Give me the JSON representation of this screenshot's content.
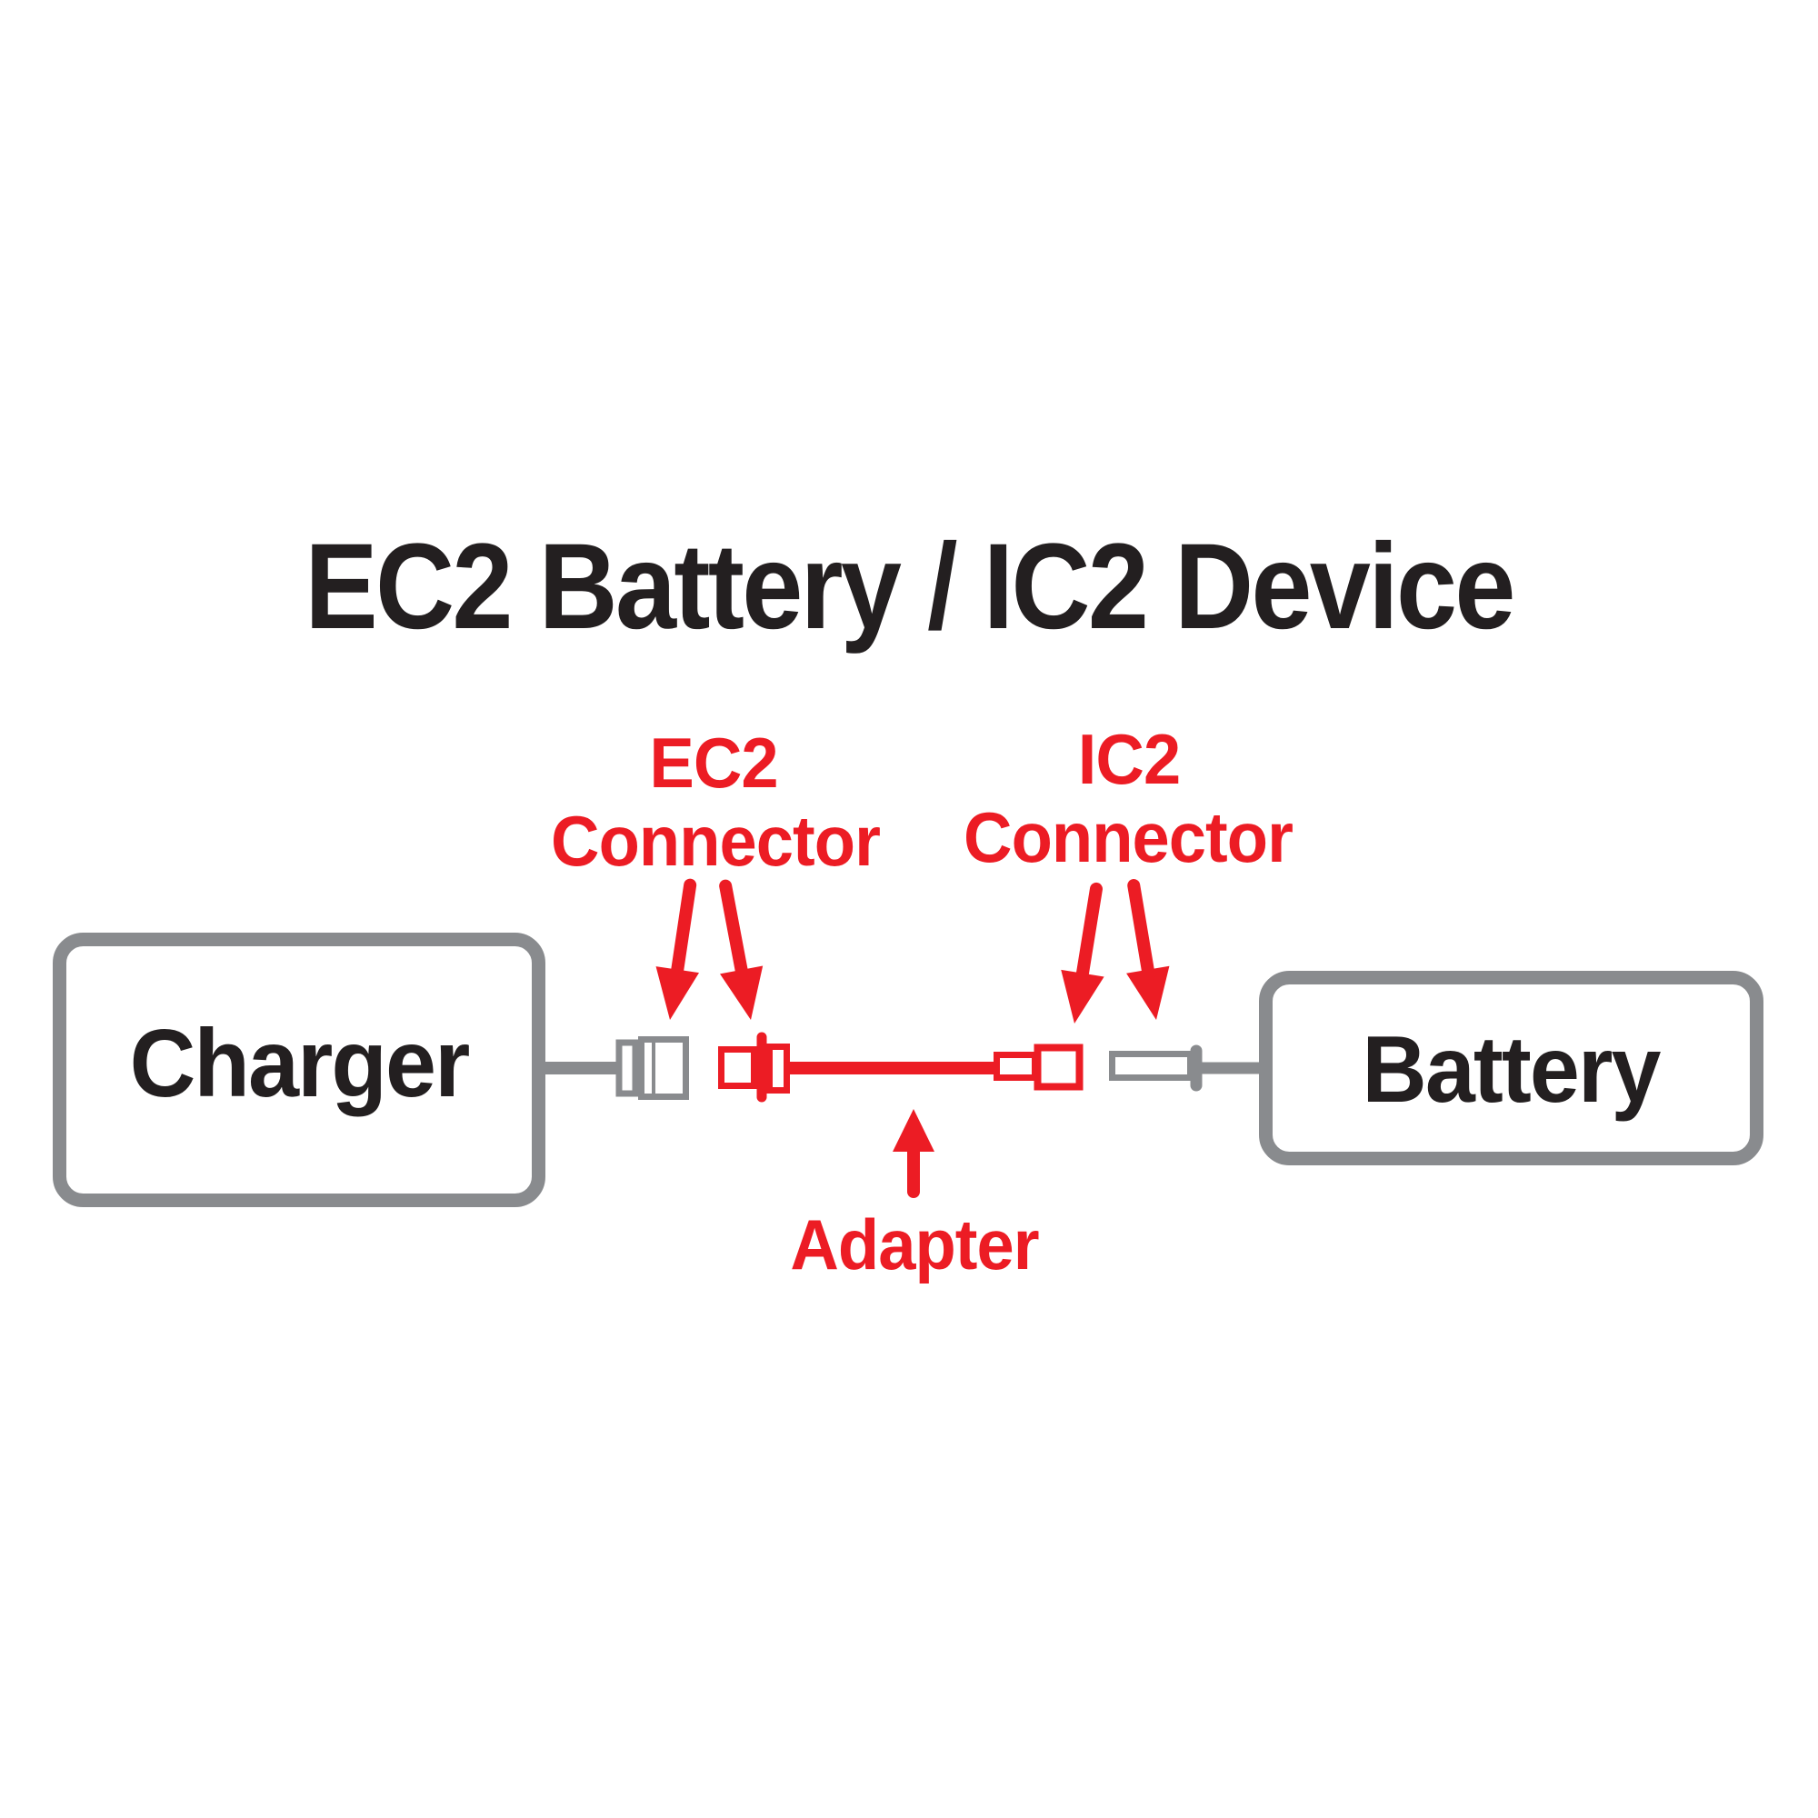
{
  "title": "EC2 Battery / IC2 Device",
  "colors": {
    "red": "#EC1C24",
    "gray": "#898B8E",
    "black": "#231F20",
    "background": "#FFFFFF"
  },
  "nodes": {
    "charger_label": "Charger",
    "battery_label": "Battery"
  },
  "callouts": {
    "ec2": {
      "line1": "EC2",
      "line2": "Connector"
    },
    "ic2": {
      "line1": "IC2",
      "line2": "Connector"
    },
    "adapter": {
      "label": "Adapter"
    }
  },
  "icons": {
    "ec2_arrows": "down-arrow",
    "ic2_arrows": "down-arrow",
    "adapter_arrow": "up-arrow"
  }
}
